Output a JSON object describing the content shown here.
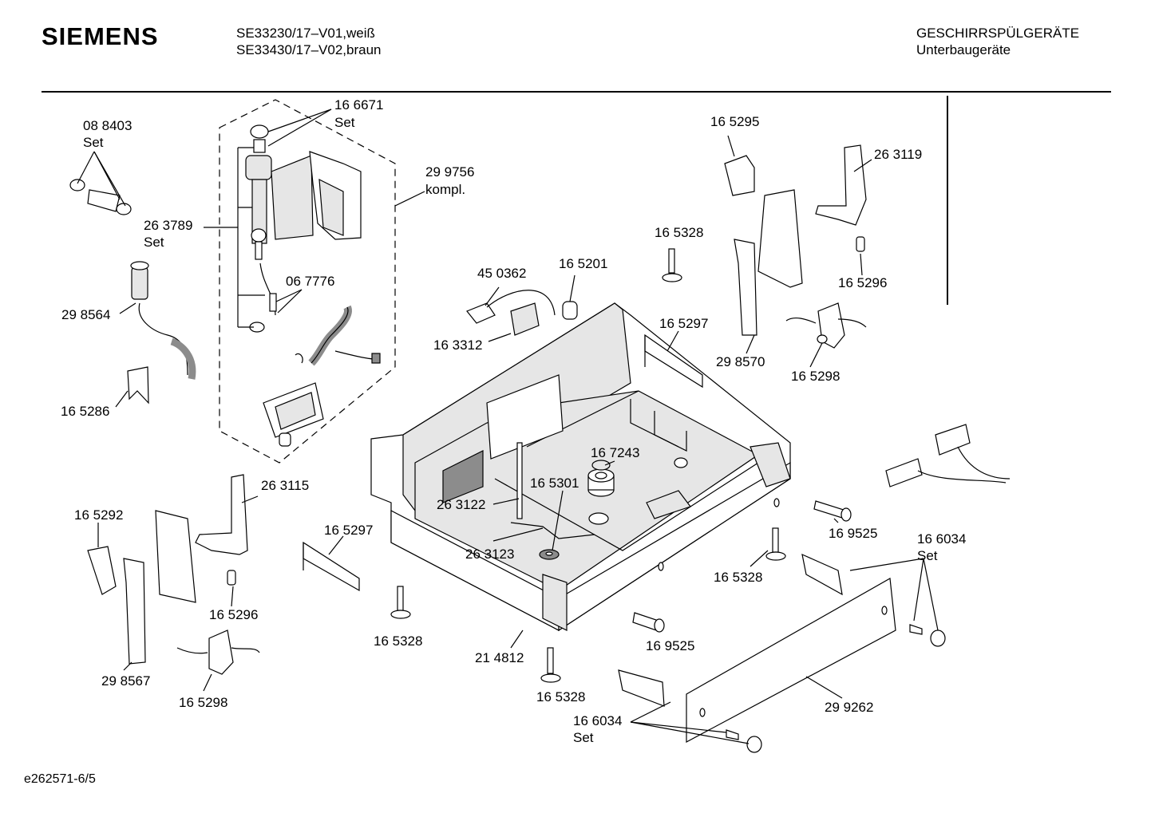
{
  "header": {
    "brand": "SIEMENS",
    "model_line_1": "SE33230/17–V01,weiß",
    "model_line_2": "SE33430/17–V02,braun",
    "category": "GESCHIRRSPÜLGERÄTE",
    "subcategory": "Unterbaugeräte"
  },
  "footer": {
    "diagram_id": "e262571-6/5"
  },
  "parts": {
    "p088403": "08 8403",
    "p088403_set": "Set",
    "p166671": "16 6671",
    "p166671_set": "Set",
    "p299756": "29 9756",
    "p299756_kompl": "kompl.",
    "p263789": "26 3789",
    "p263789_set": "Set",
    "p298564": "29 8564",
    "p067776": "06 7776",
    "p165286": "16 5286",
    "p165295": "16 5295",
    "p263119": "26 3119",
    "p165328_a": "16 5328",
    "p165296_a": "16 5296",
    "p450362": "45 0362",
    "p165201": "16 5201",
    "p163312": "16 3312",
    "p165297_a": "16 5297",
    "p298570": "29 8570",
    "p165298_a": "16 5298",
    "p167243": "16 7243",
    "p165301": "16 5301",
    "p263122": "26 3122",
    "p263123": "26 3123",
    "p263115": "26 3115",
    "p165292": "16 5292",
    "p165297_b": "16 5297",
    "p165296_b": "16 5296",
    "p298567": "29 8567",
    "p165298_b": "16 5298",
    "p165328_b": "16 5328",
    "p214812": "21 4812",
    "p165328_c": "16 5328",
    "p169525_a": "16 9525",
    "p165328_d": "16 5328",
    "p169525_b": "16 9525",
    "p166034_a": "16 6034",
    "p166034_a_set": "Set",
    "p166034_b": "16 6034",
    "p166034_b_set": "Set",
    "p299262": "29 9262"
  }
}
